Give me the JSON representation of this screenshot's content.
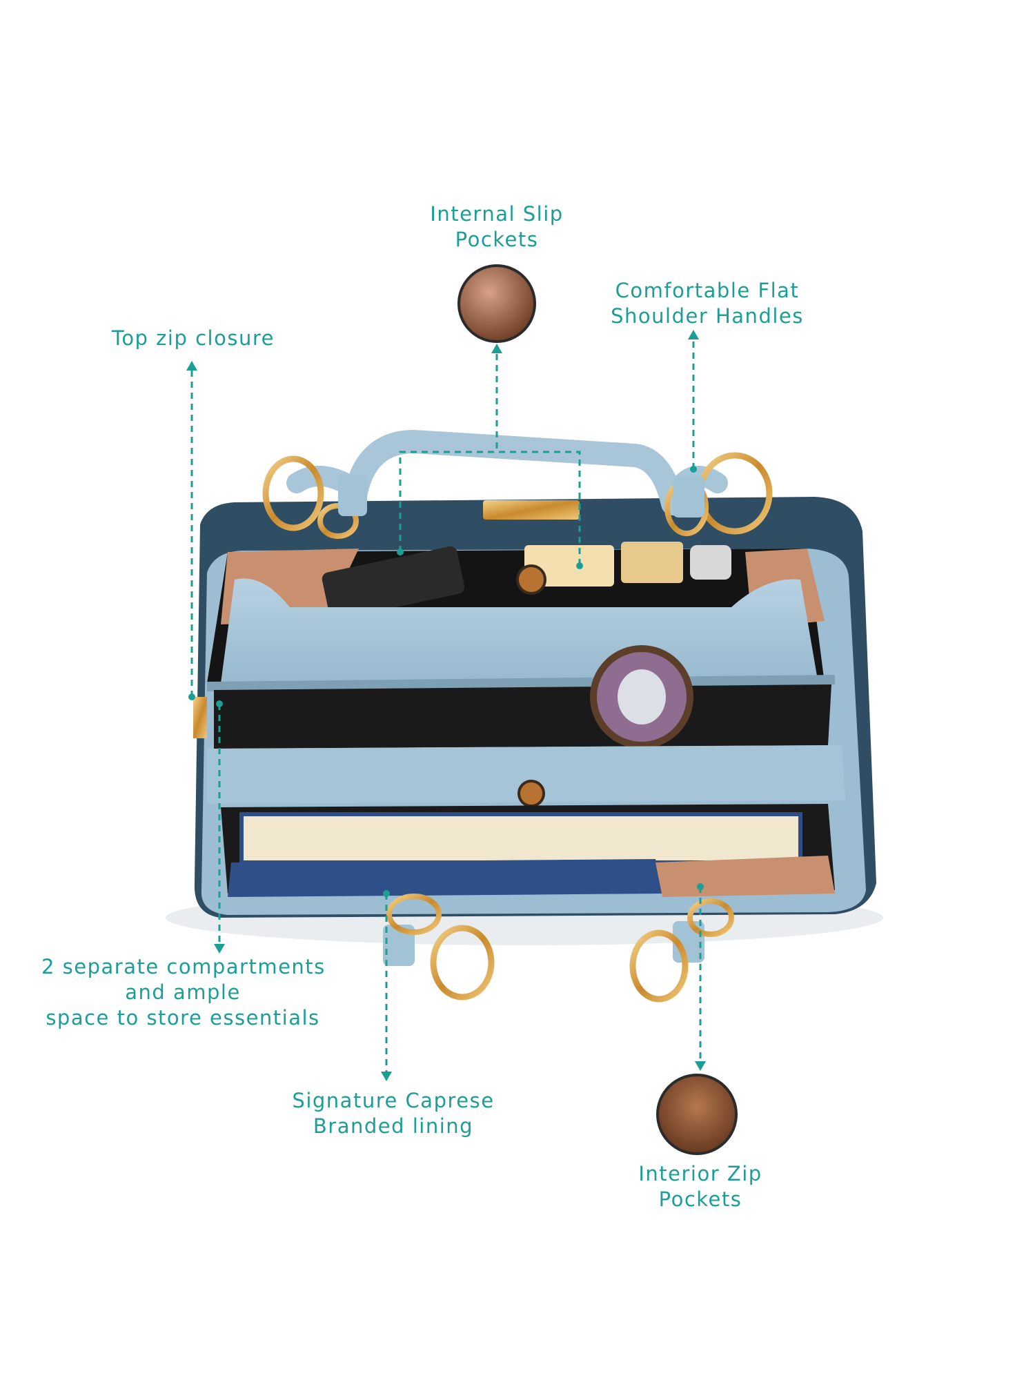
{
  "accent": "#1a9e96",
  "bag_colors": {
    "leather_light": "#a9c6d8",
    "leather_mid": "#8fb1c8",
    "leather_dark": "#2f4d63",
    "lining": "#c8906e",
    "hardware_gold": "#d8a24c"
  },
  "callouts": {
    "slip_pockets": {
      "line1": "Internal Slip",
      "line2": "Pockets"
    },
    "handles": {
      "line1": "Comfortable Flat",
      "line2": "Shoulder Handles"
    },
    "zip_closure": {
      "line1": "Top zip closure"
    },
    "compartments": {
      "line1": "2 separate compartments",
      "line2": "and ample",
      "line3": "space to store essentials"
    },
    "lining": {
      "line1": "Signature Caprese",
      "line2": "Branded lining"
    },
    "zip_pockets": {
      "line1": "Interior Zip",
      "line2": "Pockets"
    }
  }
}
